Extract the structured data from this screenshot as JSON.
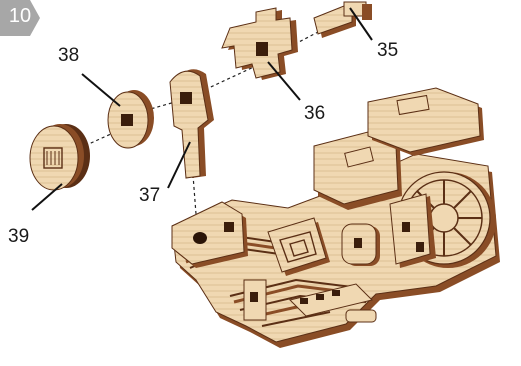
{
  "step": {
    "number": "10",
    "badge_color": "#a7a7a7"
  },
  "parts": [
    {
      "id": "35"
    },
    {
      "id": "36"
    },
    {
      "id": "37"
    },
    {
      "id": "38"
    },
    {
      "id": "39"
    }
  ],
  "colors": {
    "wood_face": "#f0d8b2",
    "wood_side": "#8a4d26",
    "wood_dark": "#5b2f15",
    "leader": "#111111"
  }
}
